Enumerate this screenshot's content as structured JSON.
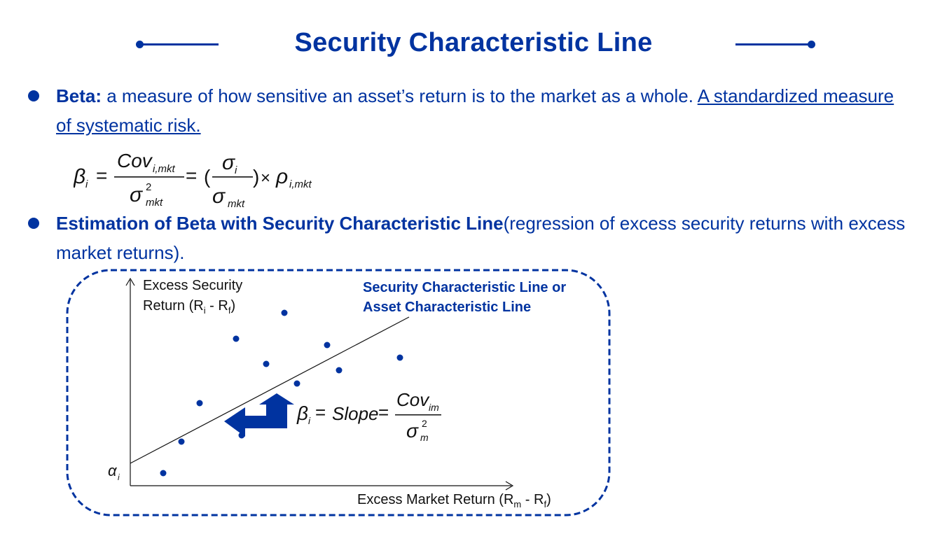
{
  "title": "Security Characteristic Line",
  "bullet1": {
    "term": "Beta:",
    "text": " a measure of how sensitive an asset’s return is to the market as a whole. ",
    "underlined": "A standardized measure of systematic risk."
  },
  "beta_formula": {
    "lhs": "β",
    "lhs_sub": "i",
    "cov": "Cov",
    "cov_sub": "i,mkt",
    "sigma": "σ",
    "sigma_sup": "2",
    "sigma_sub": "mkt",
    "sigma_i_sub": "i",
    "rho": "ρ",
    "rho_sub": "i,mkt"
  },
  "bullet2": {
    "term": "Estimation of Beta with Security Characteristic Line",
    "text": "(regression of excess security returns with excess market returns)."
  },
  "diagram": {
    "y_label_line1": "Excess Security",
    "y_label_line2_prefix": "Return (R",
    "y_label_sub_i": "i",
    "y_label_mid": " - R",
    "y_label_sub_f": "f",
    "y_label_end": ")",
    "x_label_prefix": "Excess Market Return (R",
    "x_label_sub_m": "m",
    "x_label_mid": " - R",
    "x_label_sub_f": "f",
    "x_label_end": ")",
    "line_label_1": "Security Characteristic Line or",
    "line_label_2": "Asset Characteristic Line",
    "alpha": "α",
    "alpha_sub": "i",
    "slope_lhs": "β",
    "slope_lhs_sub": "i",
    "slope_word": "Slope",
    "slope_cov": "Cov",
    "slope_cov_sub": "im",
    "slope_sigma": "σ",
    "slope_sigma_sup": "2",
    "slope_sigma_sub": "m"
  },
  "colors": {
    "accent": "#0033a0",
    "text_dark": "#111111"
  }
}
